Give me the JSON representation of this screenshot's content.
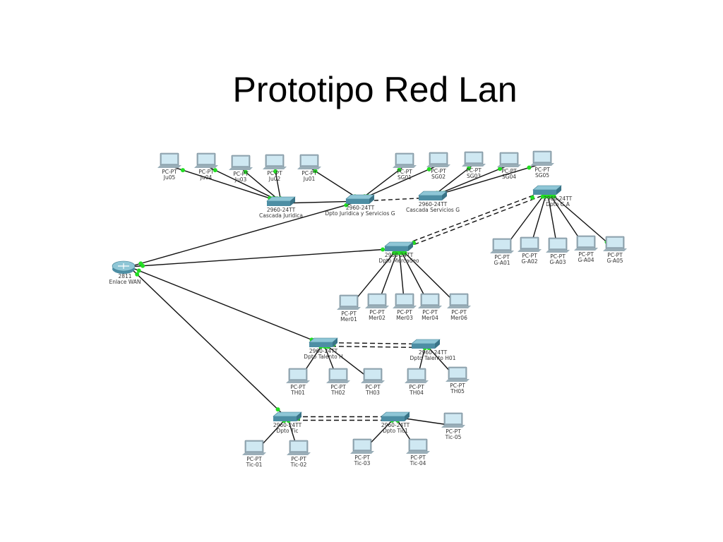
{
  "title": "Prototipo Red Lan",
  "colors": {
    "link": "#111111",
    "port": "#22dd22",
    "switch_top": "#8ec6d6",
    "switch_side": "#4d8ea4",
    "screen": "#cfe8f2",
    "monitor": "#9fb4bf"
  },
  "router": {
    "id": "router",
    "model": "2811",
    "name": "Enlace WAN"
  },
  "switches": [
    {
      "id": "sw_j",
      "model": "2960-24TT",
      "name": "Cascada Juridica"
    },
    {
      "id": "sw_m",
      "model": "2960-24TT",
      "name": "Dpto Juridica y Servicios G"
    },
    {
      "id": "sw_s",
      "model": "2960-24TT",
      "name": "Cascada Servicios G"
    },
    {
      "id": "sw_ga",
      "model": "2960-24TT",
      "name": "Dpto G A"
    },
    {
      "id": "sw_me",
      "model": "2960-24TT",
      "name": "Dpto Mercadeo"
    },
    {
      "id": "sw_th",
      "model": "2960-24TT",
      "name": "Dpto Talento H"
    },
    {
      "id": "sw_th2",
      "model": "2960-24TT",
      "name": "Dpto Talento H01"
    },
    {
      "id": "sw_tic",
      "model": "2960-24TT",
      "name": "Dpto Tic"
    },
    {
      "id": "sw_tic2",
      "model": "2960-24TT",
      "name": "Dpto Tic1"
    }
  ],
  "pcs": [
    {
      "id": "ju05",
      "model": "PC-PT",
      "name": "Ju05",
      "link": "sw_j"
    },
    {
      "id": "ju04",
      "model": "PC-PT",
      "name": "Ju04",
      "link": "sw_j"
    },
    {
      "id": "ju03",
      "model": "PC-PT",
      "name": "Ju03",
      "link": "sw_j"
    },
    {
      "id": "ju02",
      "model": "PC-PT",
      "name": "Ju02",
      "link": "sw_j"
    },
    {
      "id": "ju01",
      "model": "PC-PT",
      "name": "Ju01",
      "link": "sw_m"
    },
    {
      "id": "sg01",
      "model": "PC-PT",
      "name": "SG01",
      "link": "sw_m"
    },
    {
      "id": "sg02",
      "model": "PC-PT",
      "name": "SG02",
      "link": "sw_m"
    },
    {
      "id": "sg03",
      "model": "PC-PT",
      "name": "SG03",
      "link": "sw_s"
    },
    {
      "id": "sg04",
      "model": "PC-PT",
      "name": "SG04",
      "link": "sw_s"
    },
    {
      "id": "sg05",
      "model": "PC-PT",
      "name": "SG05",
      "link": "sw_s"
    },
    {
      "id": "ga01",
      "model": "PC-PT",
      "name": "G-A01",
      "link": "sw_ga"
    },
    {
      "id": "ga02",
      "model": "PC-PT",
      "name": "G-A02",
      "link": "sw_ga"
    },
    {
      "id": "ga03",
      "model": "PC-PT",
      "name": "G-A03",
      "link": "sw_ga"
    },
    {
      "id": "ga04",
      "model": "PC-PT",
      "name": "G-A04",
      "link": "sw_ga"
    },
    {
      "id": "ga05",
      "model": "PC-PT",
      "name": "G-A05",
      "link": "sw_ga"
    },
    {
      "id": "mer01",
      "model": "PC-PT",
      "name": "Mer01",
      "link": "sw_me"
    },
    {
      "id": "mer02",
      "model": "PC-PT",
      "name": "Mer02",
      "link": "sw_me"
    },
    {
      "id": "mer03",
      "model": "PC-PT",
      "name": "Mer03",
      "link": "sw_me"
    },
    {
      "id": "mer04",
      "model": "PC-PT",
      "name": "Mer04",
      "link": "sw_me"
    },
    {
      "id": "mer06",
      "model": "PC-PT",
      "name": "Mer06",
      "link": "sw_me"
    },
    {
      "id": "th01",
      "model": "PC-PT",
      "name": "TH01",
      "link": "sw_th"
    },
    {
      "id": "th02",
      "model": "PC-PT",
      "name": "TH02",
      "link": "sw_th"
    },
    {
      "id": "th03",
      "model": "PC-PT",
      "name": "TH03",
      "link": "sw_th"
    },
    {
      "id": "th04",
      "model": "PC-PT",
      "name": "TH04",
      "link": "sw_th2"
    },
    {
      "id": "th05",
      "model": "PC-PT",
      "name": "TH05",
      "link": "sw_th2"
    },
    {
      "id": "tic01",
      "model": "PC-PT",
      "name": "Tic-01",
      "link": "sw_tic"
    },
    {
      "id": "tic02",
      "model": "PC-PT",
      "name": "Tic-02",
      "link": "sw_tic"
    },
    {
      "id": "tic03",
      "model": "PC-PT",
      "name": "Tic-03",
      "link": "sw_tic2"
    },
    {
      "id": "tic04",
      "model": "PC-PT",
      "name": "Tic-04",
      "link": "sw_tic2"
    },
    {
      "id": "tic05",
      "model": "PC-PT",
      "name": "Tic-05",
      "link": "sw_tic2"
    }
  ],
  "trunk_links": [
    {
      "from": "router",
      "to": "sw_m"
    },
    {
      "from": "router",
      "to": "sw_me"
    },
    {
      "from": "router",
      "to": "sw_th"
    },
    {
      "from": "router",
      "to": "sw_tic"
    }
  ],
  "cascade_links": [
    {
      "from": "sw_j",
      "to": "sw_m",
      "style": "solid"
    },
    {
      "from": "sw_m",
      "to": "sw_s",
      "style": "dashed"
    },
    {
      "from": "sw_me",
      "to": "sw_ga",
      "style": "double-dashed"
    },
    {
      "from": "sw_th",
      "to": "sw_th2",
      "style": "double-dashed"
    },
    {
      "from": "sw_tic",
      "to": "sw_tic2",
      "style": "double-dashed"
    }
  ]
}
